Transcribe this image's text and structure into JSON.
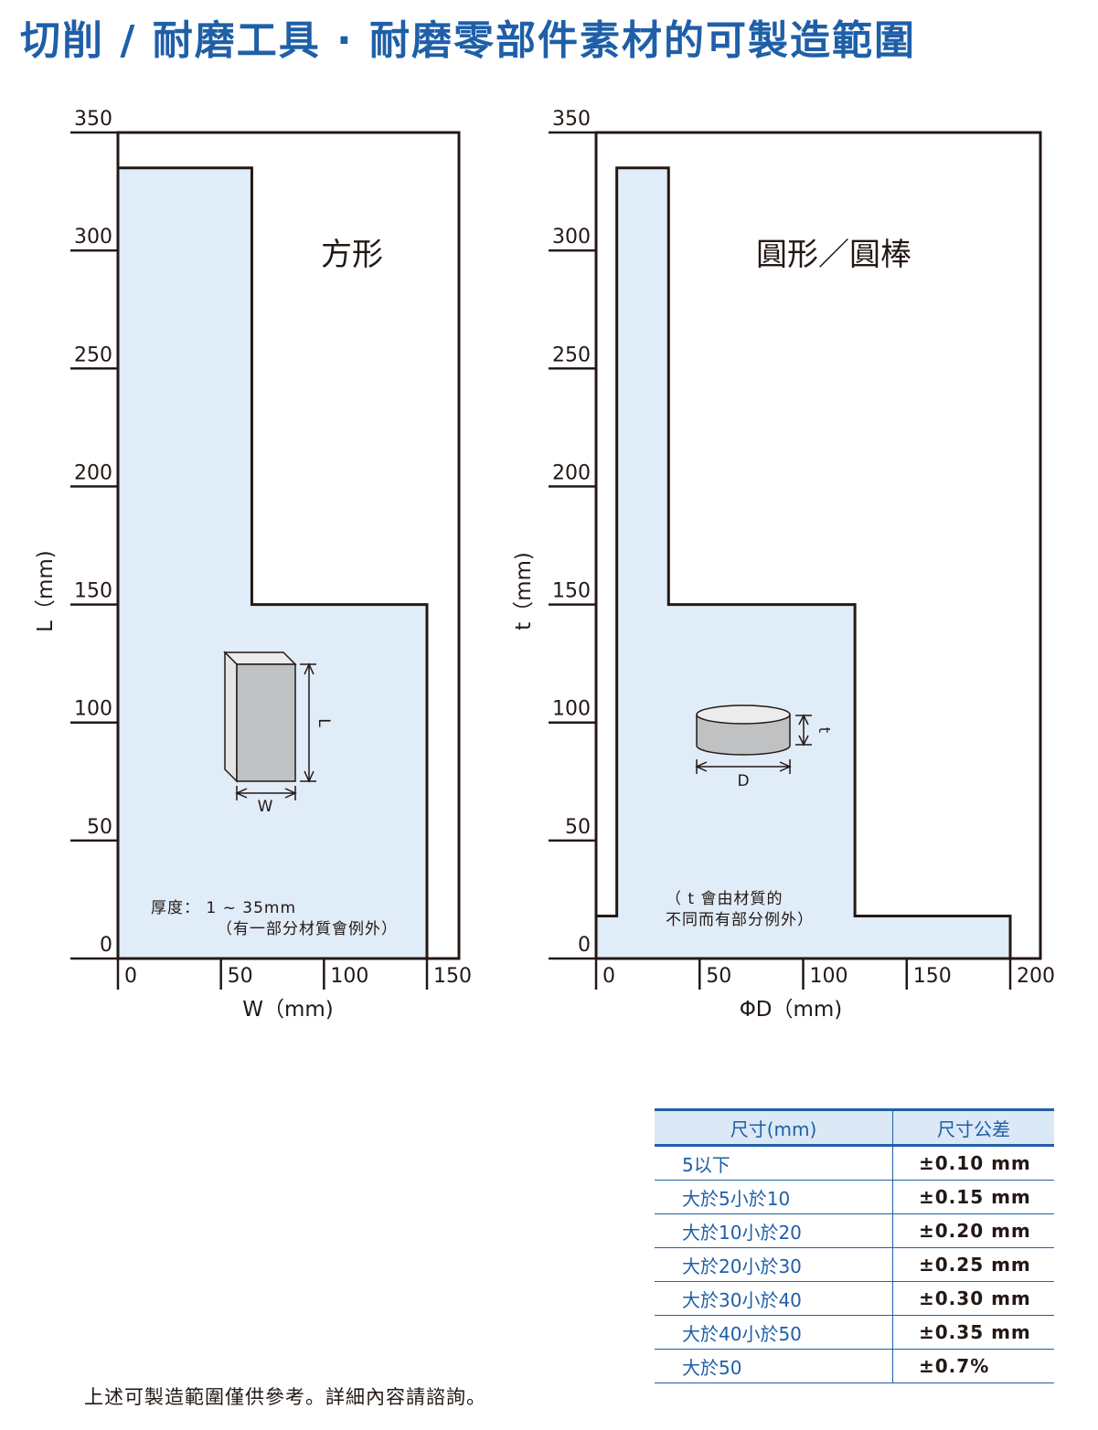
{
  "title": "切削 / 耐磨工具 · 耐磨零部件素材的可製造範圍",
  "chart_data": [
    {
      "type": "area",
      "label": "方形",
      "xlabel": "W（mm)",
      "ylabel": "L（mm)",
      "xlim": [
        0,
        150
      ],
      "ylim": [
        0,
        350
      ],
      "xticks": [
        0,
        50,
        100,
        150
      ],
      "yticks": [
        0,
        50,
        100,
        150,
        200,
        250,
        300,
        350
      ],
      "region": [
        [
          0,
          0
        ],
        [
          0,
          335
        ],
        [
          65,
          335
        ],
        [
          65,
          150
        ],
        [
          150,
          150
        ],
        [
          150,
          0
        ]
      ],
      "illustration": {
        "width_label": "W",
        "length_label": "L"
      },
      "note_line1": "厚度：  1 ~ 35mm",
      "note_line2": "（有一部分材質會例外）"
    },
    {
      "type": "area",
      "label": "圓形／圓棒",
      "xlabel": "ΦD（mm)",
      "ylabel": "t（mm)",
      "xlim": [
        0,
        200
      ],
      "ylim": [
        0,
        350
      ],
      "xticks": [
        0,
        50,
        100,
        150,
        200
      ],
      "yticks": [
        0,
        50,
        100,
        150,
        200,
        250,
        300,
        350
      ],
      "region": [
        [
          0,
          0
        ],
        [
          0,
          18
        ],
        [
          10,
          18
        ],
        [
          10,
          335
        ],
        [
          35,
          335
        ],
        [
          35,
          150
        ],
        [
          125,
          150
        ],
        [
          125,
          18
        ],
        [
          200,
          18
        ],
        [
          200,
          0
        ]
      ],
      "illustration": {
        "diameter_label": "D",
        "thickness_label": "t"
      },
      "note_line1": "（ t 會由材質的",
      "note_line2": "不同而有部分例外）"
    }
  ],
  "tolerance_table": {
    "headers": [
      "尺寸(mm)",
      "尺寸公差"
    ],
    "rows": [
      [
        "5以下",
        "±0.10 mm"
      ],
      [
        "大於5小於10",
        "±0.15 mm"
      ],
      [
        "大於10小於20",
        "±0.20 mm"
      ],
      [
        "大於20小於30",
        "±0.25 mm"
      ],
      [
        "大於30小於40",
        "±0.30 mm"
      ],
      [
        "大於40小於50",
        "±0.35 mm"
      ],
      [
        "大於50",
        "±0.7%"
      ]
    ]
  },
  "footnote": "上述可製造範圍僅供參考。詳細內容請諮詢。",
  "colors": {
    "accent": "#1f5fa8",
    "fill": "#e0ecf8",
    "line": "#231815"
  }
}
